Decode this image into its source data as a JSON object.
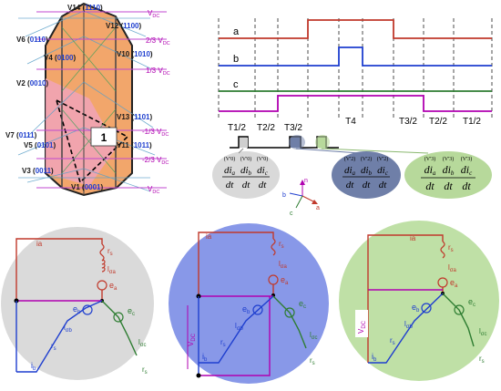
{
  "hexagon": {
    "vectors": [
      {
        "name": "V14",
        "code": "1110"
      },
      {
        "name": "V12",
        "code": "1100"
      },
      {
        "name": "V6",
        "code": "0110"
      },
      {
        "name": "V4",
        "code": "0100"
      },
      {
        "name": "V10",
        "code": "1010"
      },
      {
        "name": "V2",
        "code": "0010"
      },
      {
        "name": "V13",
        "code": "1101"
      },
      {
        "name": "V7",
        "code": "0111"
      },
      {
        "name": "V5",
        "code": "0101"
      },
      {
        "name": "V11",
        "code": "1011"
      },
      {
        "name": "V3",
        "code": "0011"
      },
      {
        "name": "V1",
        "code": "0001"
      }
    ],
    "levels": [
      "V",
      "2/3 V",
      "1/3 V",
      "-1/3 V",
      "-2/3 V",
      "V"
    ],
    "level_sub": "DC",
    "region_label": "1"
  },
  "timing": {
    "signals": [
      "a",
      "b",
      "c"
    ],
    "intervals_top": [
      "T1/2",
      "T2/2",
      "T3/2",
      "T4",
      "T3/2",
      "T2/2",
      "T1/2"
    ]
  },
  "derivative_groups": [
    {
      "prime": "(V'0)",
      "terms": [
        "di",
        "di",
        "di"
      ],
      "subs": [
        "a",
        "b",
        "c"
      ],
      "den": "dt"
    },
    {
      "prime": "(V'2)",
      "terms": [
        "di",
        "di",
        "di"
      ],
      "subs": [
        "a",
        "b",
        "c"
      ],
      "den": "dt"
    },
    {
      "prime": "(V'3)",
      "terms": [
        "di",
        "di",
        "di"
      ],
      "subs": [
        "a",
        "b",
        "c"
      ],
      "den": "dt"
    }
  ],
  "axes": {
    "n": "n",
    "a": "a",
    "b": "b",
    "c": "c"
  },
  "circuits": [
    {
      "ia": "ia",
      "rs": "r",
      "l_a": "l",
      "ea": "e",
      "eb": "e",
      "ec": "e",
      "l_b": "l",
      "l_c": "l",
      "ib": "i",
      "vdc": ""
    },
    {
      "ia": "ia",
      "rs": "r",
      "l_a": "l",
      "ea": "e",
      "eb": "e",
      "ec": "e",
      "l_b": "l",
      "l_c": "l",
      "ib": "i",
      "vdc": "V"
    },
    {
      "ia": "ia",
      "rs": "r",
      "l_a": "l",
      "ea": "e",
      "eb": "e",
      "ec": "e",
      "l_b": "l",
      "l_c": "l",
      "ib": "i",
      "vdc": "V"
    }
  ],
  "colors": {
    "a": "#c0392b",
    "b": "#1f3fcf",
    "c": "#2e7d32",
    "magenta": "#c000c0",
    "vdc": "#b000b0"
  }
}
